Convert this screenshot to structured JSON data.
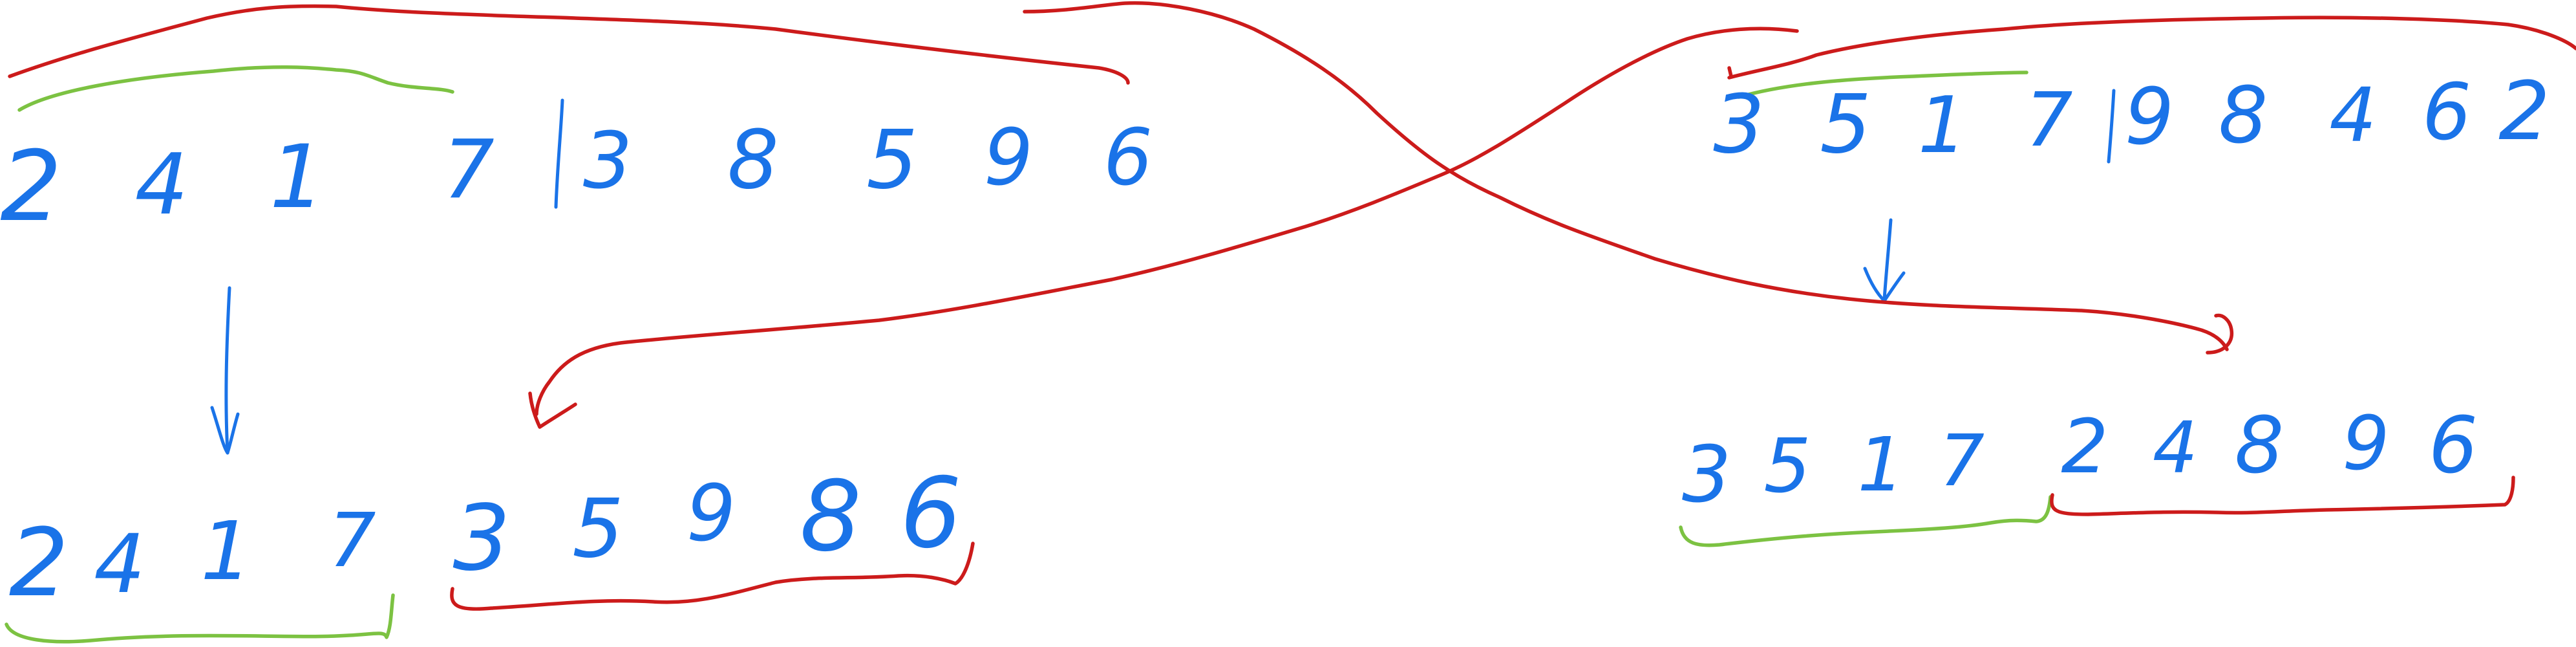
{
  "colors": {
    "digits": "#1a73e8",
    "red": "#cc1b1b",
    "green": "#7cc242"
  },
  "parent_a": {
    "left": [
      "2",
      "4",
      "1",
      "7"
    ],
    "right": [
      "3",
      "8",
      "5",
      "9",
      "6"
    ]
  },
  "parent_b": {
    "left": [
      "3",
      "5",
      "1",
      "7"
    ],
    "right": [
      "9",
      "8",
      "4",
      "6",
      "2"
    ]
  },
  "child_a": {
    "left": [
      "2",
      "4",
      "1",
      "7"
    ],
    "right": [
      "3",
      "5",
      "9",
      "8",
      "6"
    ]
  },
  "child_b": {
    "left": [
      "3",
      "5",
      "1",
      "7"
    ],
    "right": [
      "2",
      "4",
      "8",
      "9",
      "6"
    ]
  },
  "icons": {
    "cut": "vertical-cut-line",
    "arrow": "hand-drawn-arrow"
  }
}
